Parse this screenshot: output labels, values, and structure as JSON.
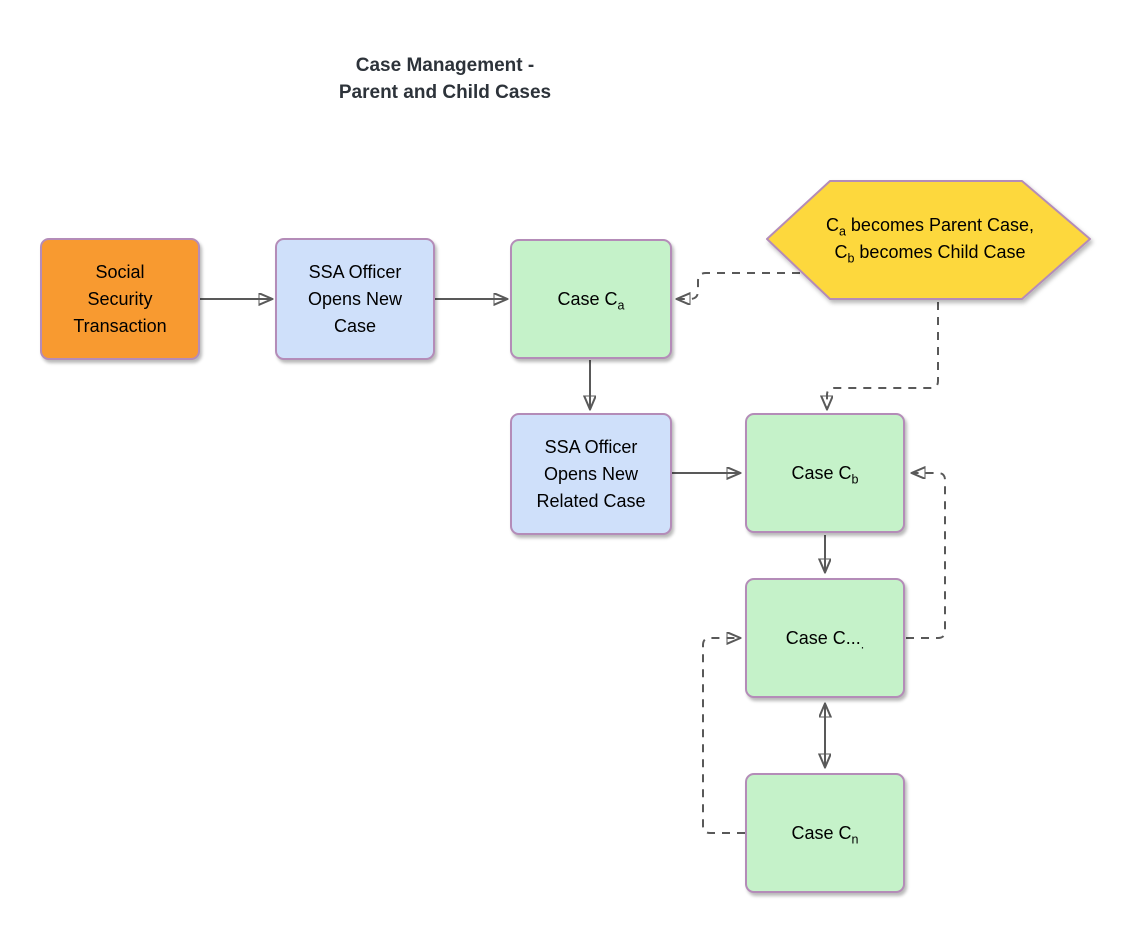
{
  "title": {
    "line1": "Case Management -",
    "line2": "Parent and Child Cases"
  },
  "nodes": {
    "transaction": {
      "label": "Social Security Transaction"
    },
    "open_new_case": {
      "label": "SSA Officer Opens New Case"
    },
    "case_a": {
      "text": "Case C",
      "sub": "a"
    },
    "open_related_case": {
      "label": "SSA Officer Opens New Related Case"
    },
    "case_b": {
      "text": "Case C",
      "sub": "b"
    },
    "case_dots": {
      "text": "Case C...",
      "sub": "."
    },
    "case_n": {
      "text": "Case C",
      "sub": "n"
    },
    "annotation": {
      "line1_pre": "C",
      "line1_sub": "a",
      "line1_rest": " becomes Parent Case,",
      "line2_pre": "C",
      "line2_sub": "b",
      "line2_rest": " becomes Child Case"
    }
  },
  "edges": [
    {
      "from": "social-security-transaction",
      "to": "ssa-opens-new-case",
      "style": "solid",
      "arrows": "single"
    },
    {
      "from": "ssa-opens-new-case",
      "to": "case-ca",
      "style": "solid",
      "arrows": "single"
    },
    {
      "from": "annotation-hexagon",
      "to": "case-ca",
      "style": "dashed",
      "arrows": "single"
    },
    {
      "from": "case-ca",
      "to": "ssa-opens-new-related-case",
      "style": "solid",
      "arrows": "single"
    },
    {
      "from": "annotation-hexagon",
      "to": "case-cb",
      "style": "dashed",
      "arrows": "single"
    },
    {
      "from": "ssa-opens-new-related-case",
      "to": "case-cb",
      "style": "solid",
      "arrows": "single"
    },
    {
      "from": "case-cb",
      "to": "case-cdots",
      "style": "solid",
      "arrows": "single"
    },
    {
      "from": "case-cdots",
      "to": "case-cn",
      "style": "solid",
      "arrows": "double"
    },
    {
      "from": "case-cdots",
      "to": "case-cb",
      "style": "dashed",
      "arrows": "single"
    },
    {
      "from": "case-cn",
      "to": "case-cdots",
      "style": "dashed",
      "arrows": "single"
    }
  ],
  "colors": {
    "orange_fill": "#f89a30",
    "blue_fill": "#cfe0fa",
    "green_fill": "#c5f2c9",
    "yellow_fill": "#fdd83c",
    "shape_border": "#b48cb8",
    "connector": "#595959",
    "title_text": "#2d333a"
  }
}
